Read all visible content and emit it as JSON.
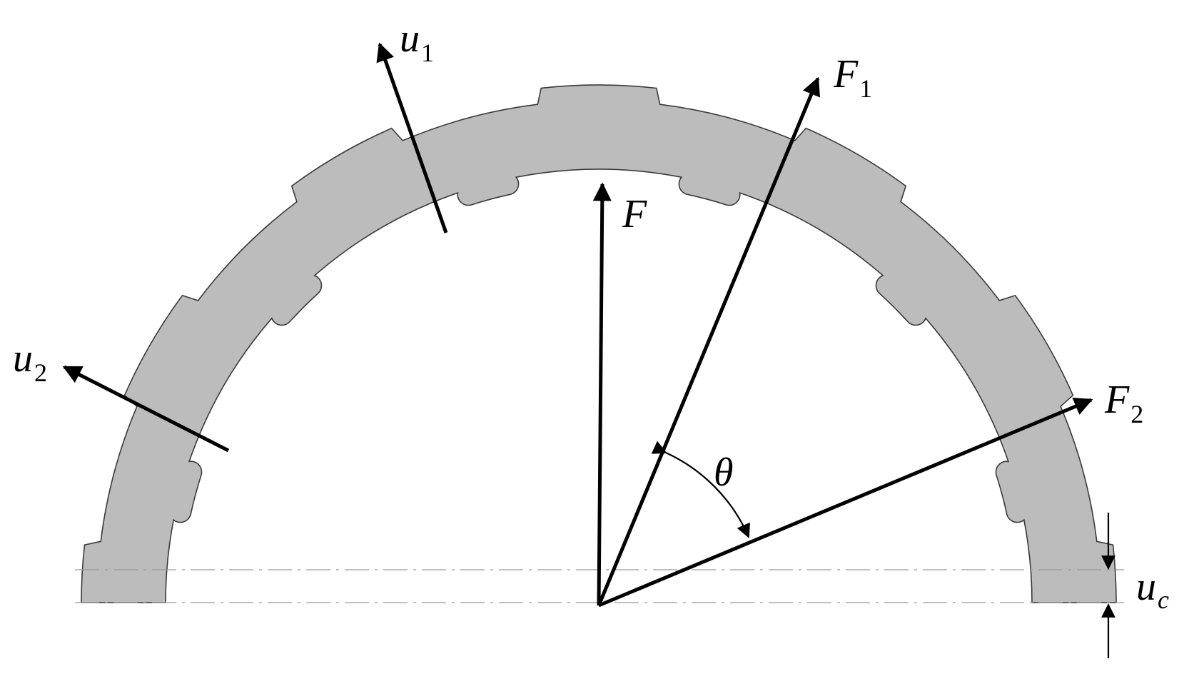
{
  "labels": {
    "u1": {
      "base": "u",
      "sub": "1"
    },
    "u2": {
      "base": "u",
      "sub": "2"
    },
    "F": {
      "base": "F"
    },
    "F1": {
      "base": "F",
      "sub": "1"
    },
    "F2": {
      "base": "F",
      "sub": "2"
    },
    "theta": {
      "base": "θ"
    },
    "uc": {
      "base": "u",
      "sub": "c"
    }
  },
  "colors": {
    "ring_fill": "#bcbcbc",
    "ring_stroke": "#3a3a3a",
    "arrow": "#000000",
    "centerline": "#9a9a9a"
  }
}
